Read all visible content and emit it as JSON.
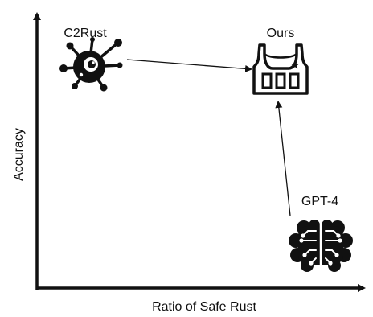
{
  "axes": {
    "x_label": "Ratio of Safe Rust",
    "y_label": "Accuracy"
  },
  "nodes": {
    "c2rust": {
      "label": "C2Rust",
      "icon": "virus-bug-icon"
    },
    "ours": {
      "label": "Ours",
      "icon": "jersey-icon"
    },
    "gpt4": {
      "label": "GPT-4",
      "icon": "brain-circuit-icon"
    }
  },
  "colors": {
    "ink": "#111111",
    "background": "#ffffff"
  }
}
